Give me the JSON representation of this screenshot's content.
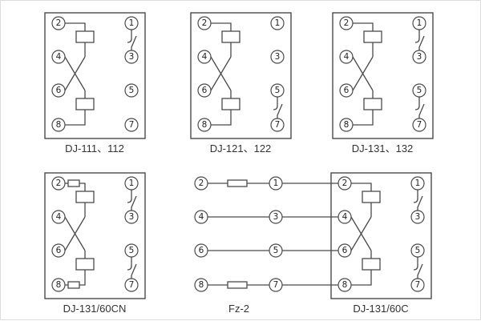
{
  "page": {
    "background": "#ffffff",
    "line_color": "#4a4a4a",
    "text_color": "#333333"
  },
  "diagrams": {
    "dj111": {
      "label": "DJ-111、112",
      "left": [
        "2",
        "4",
        "6",
        "8"
      ],
      "right": [
        "1",
        "3",
        "5",
        "7"
      ]
    },
    "dj121": {
      "label": "DJ-121、122",
      "left": [
        "2",
        "4",
        "6",
        "8"
      ],
      "right": [
        "1",
        "3",
        "5",
        "7"
      ]
    },
    "dj131": {
      "label": "DJ-131、132",
      "left": [
        "2",
        "4",
        "6",
        "8"
      ],
      "right": [
        "1",
        "3",
        "5",
        "7"
      ]
    },
    "dj13160cn": {
      "label": "DJ-131/60CN",
      "left": [
        "2",
        "4",
        "6",
        "8"
      ],
      "right": [
        "1",
        "3",
        "5",
        "7"
      ]
    },
    "fz2": {
      "label": "Fz-2",
      "left": [
        "2",
        "4",
        "6",
        "8"
      ],
      "right": [
        "1",
        "3",
        "5",
        "7"
      ]
    },
    "dj13160c": {
      "label": "DJ-131/60C",
      "left": [
        "2",
        "4",
        "6",
        "8"
      ],
      "right": [
        "1",
        "3",
        "5",
        "7"
      ]
    }
  }
}
